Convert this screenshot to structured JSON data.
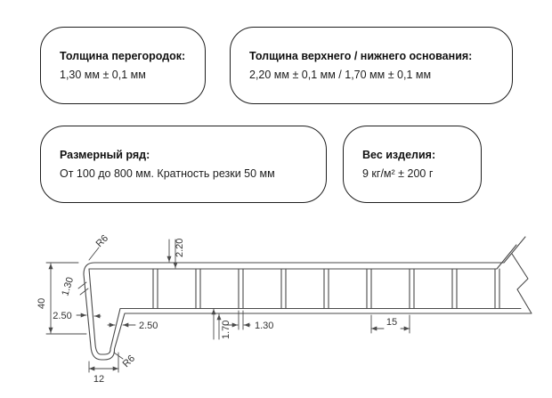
{
  "colors": {
    "background": "#ffffff",
    "box_border": "#1e1e1e",
    "drawing_line": "#4a4a4a",
    "text": "#111111"
  },
  "spec_boxes": [
    {
      "title": "Толщина перегородок:",
      "value": "1,30 мм ± 0,1 мм"
    },
    {
      "title": "Толщина верхнего / нижнего основания:",
      "value": "2,20 мм ± 0,1 мм / 1,70 мм ± 0,1 мм"
    },
    {
      "title": "Размерный ряд:",
      "value": "От 100 до 800 мм. Кратность резки 50 мм"
    },
    {
      "title": "Вес изделия:",
      "value": "9 кг/м² ± 200 г"
    }
  ],
  "drawing": {
    "dims": {
      "corner_radius_top": "R6",
      "top_base_thickness": "2.20",
      "front_wall_thickness": "1.30",
      "total_height": "40",
      "front_wall_lower": "2.50",
      "nose_back_wall": "2.50",
      "bottom_base_thickness": "1.70",
      "partition_thickness": "1.30",
      "cell_width": "15",
      "nose_width": "12",
      "corner_radius_nose": "R6"
    }
  }
}
